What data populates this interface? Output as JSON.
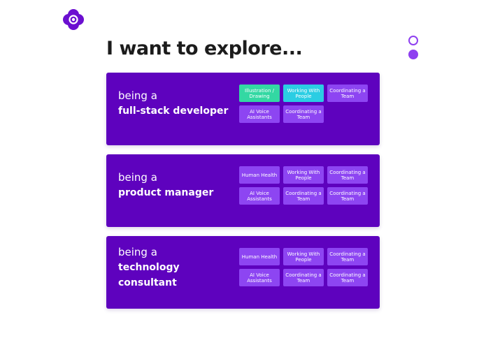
{
  "header": {
    "title": "I want to explore..."
  },
  "colors": {
    "card_bg": "#5e02be",
    "tag_default": "#8d45f2",
    "tag_green": "#33d8a3",
    "tag_cyan": "#2bcde3",
    "accent": "#8e3ff0",
    "title_text": "#1c1c1c"
  },
  "icons": {
    "logo": "clover-logo-icon"
  },
  "pagination": {
    "dots": [
      "outline",
      "filled"
    ]
  },
  "cards": [
    {
      "lead": "being a",
      "role_lines": [
        "full-stack developer"
      ],
      "tags": [
        {
          "label": "Illustration / Drawing",
          "style": "green"
        },
        {
          "label": "Working With People",
          "style": "cyan"
        },
        {
          "label": "Coordinating a Team",
          "style": "default"
        },
        {
          "label": "AI Voice Assistants",
          "style": "default"
        },
        {
          "label": "Coordinating a Team",
          "style": "default"
        }
      ]
    },
    {
      "lead": "being a",
      "role_lines": [
        "product manager"
      ],
      "tags": [
        {
          "label": "Human Health",
          "style": "default"
        },
        {
          "label": "Working With People",
          "style": "default"
        },
        {
          "label": "Coordinating a Team",
          "style": "default"
        },
        {
          "label": "AI Voice Assistants",
          "style": "default"
        },
        {
          "label": "Coordinating a Team",
          "style": "default"
        },
        {
          "label": "Coordinating a Team",
          "style": "default"
        }
      ]
    },
    {
      "lead": "being a",
      "role_lines": [
        "technology",
        "consultant"
      ],
      "tags": [
        {
          "label": "Human Health",
          "style": "default"
        },
        {
          "label": "Working With People",
          "style": "default"
        },
        {
          "label": "Coordinating a Team",
          "style": "default"
        },
        {
          "label": "AI Voice Assistants",
          "style": "default"
        },
        {
          "label": "Coordinating a Team",
          "style": "default"
        },
        {
          "label": "Coordinating a Team",
          "style": "default"
        }
      ]
    }
  ]
}
